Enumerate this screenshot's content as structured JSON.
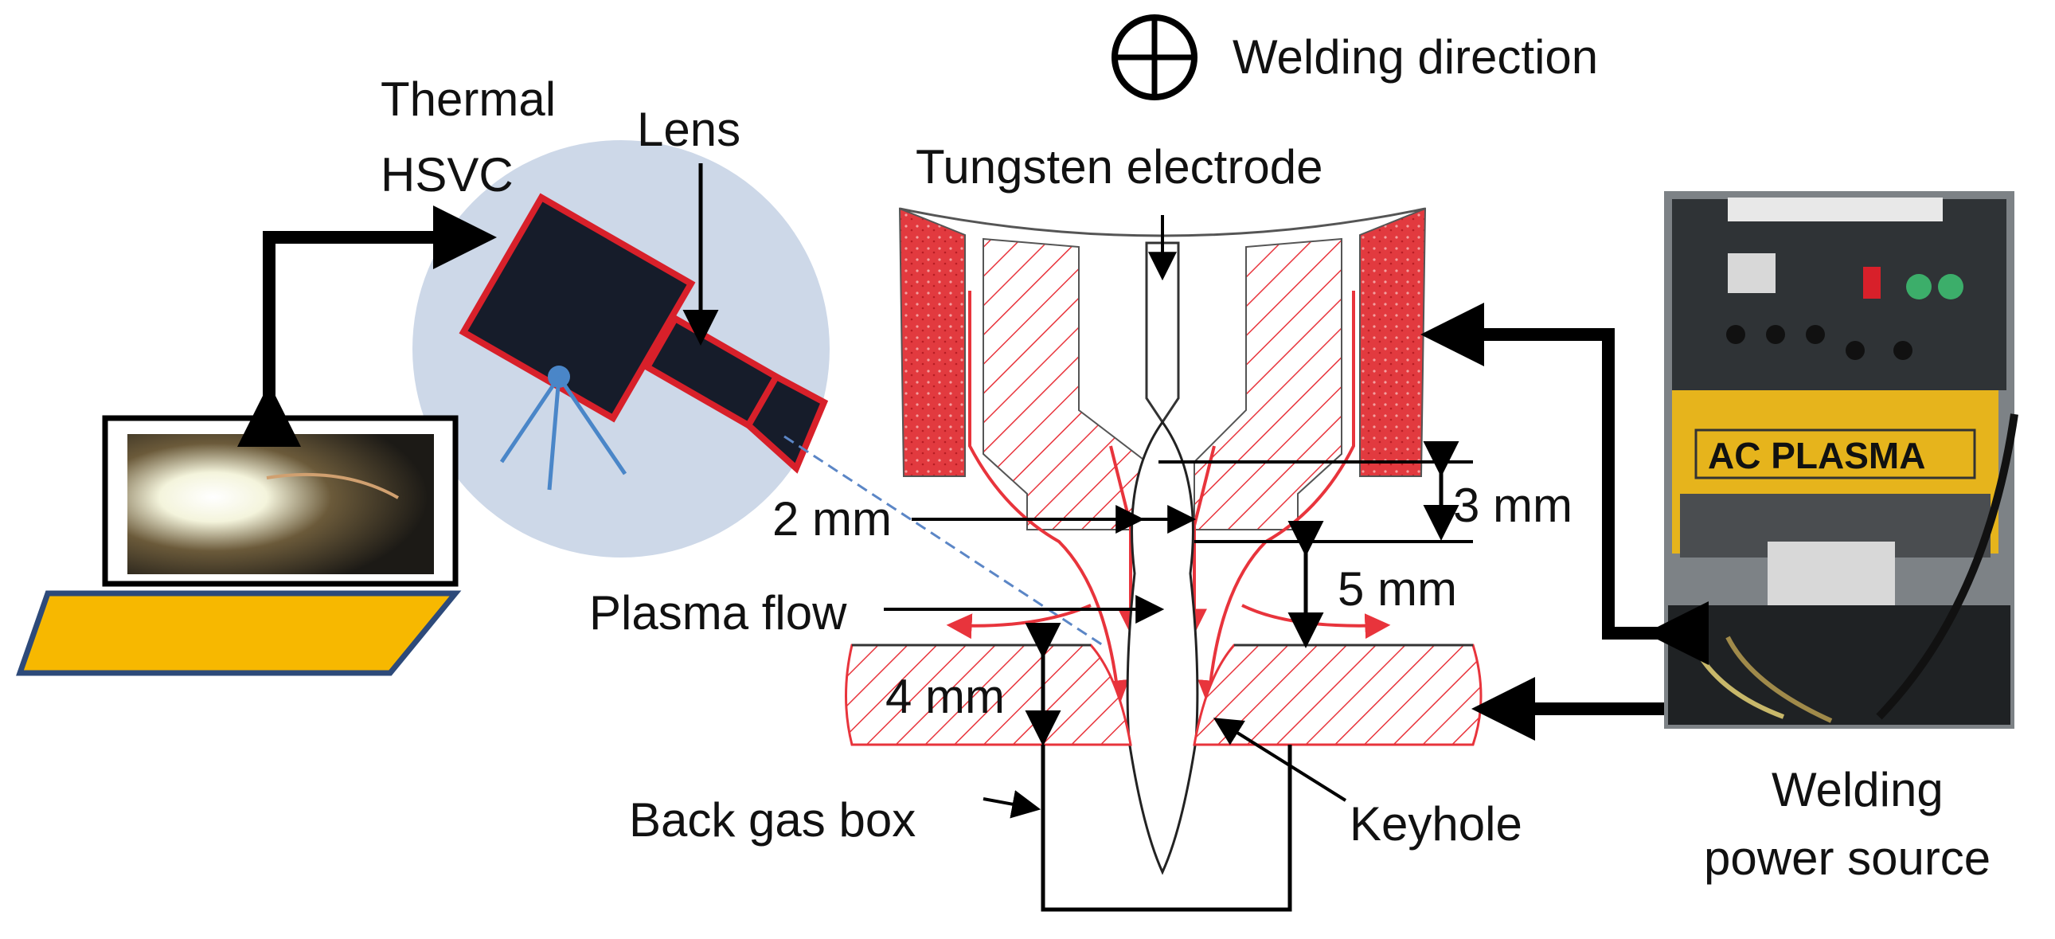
{
  "labels": {
    "welding_direction": "Welding direction",
    "thermal": "Thermal",
    "hsvc": "HSVC",
    "lens": "Lens",
    "tungsten_electrode": "Tungsten electrode",
    "gap_2mm": "2 mm",
    "gap_3mm": "3 mm",
    "gap_5mm": "5 mm",
    "gap_4mm": "4 mm",
    "plasma_flow": "Plasma flow",
    "back_gas_box": "Back gas box",
    "keyhole": "Keyhole",
    "welding": "Welding",
    "power_source": "power source"
  },
  "machine_panel": {
    "brand_text": "AC PLASMA"
  },
  "colors": {
    "torch_red": "#e8343c",
    "hatch_red": "#e8343c",
    "camera_body": "#161c2a",
    "camera_outline": "#d8202a",
    "camera_bg_circle": "#cdd8e8",
    "tripod_blue": "#4a86c8",
    "laptop_base": "#f7b800",
    "laptop_outline": "#2d4a7a",
    "machine_grey": "#8a8f92",
    "plate_yellow": "#e6b41c",
    "arrow_black": "#000000"
  },
  "icons": {
    "welding_direction": "circle-plus-icon"
  }
}
